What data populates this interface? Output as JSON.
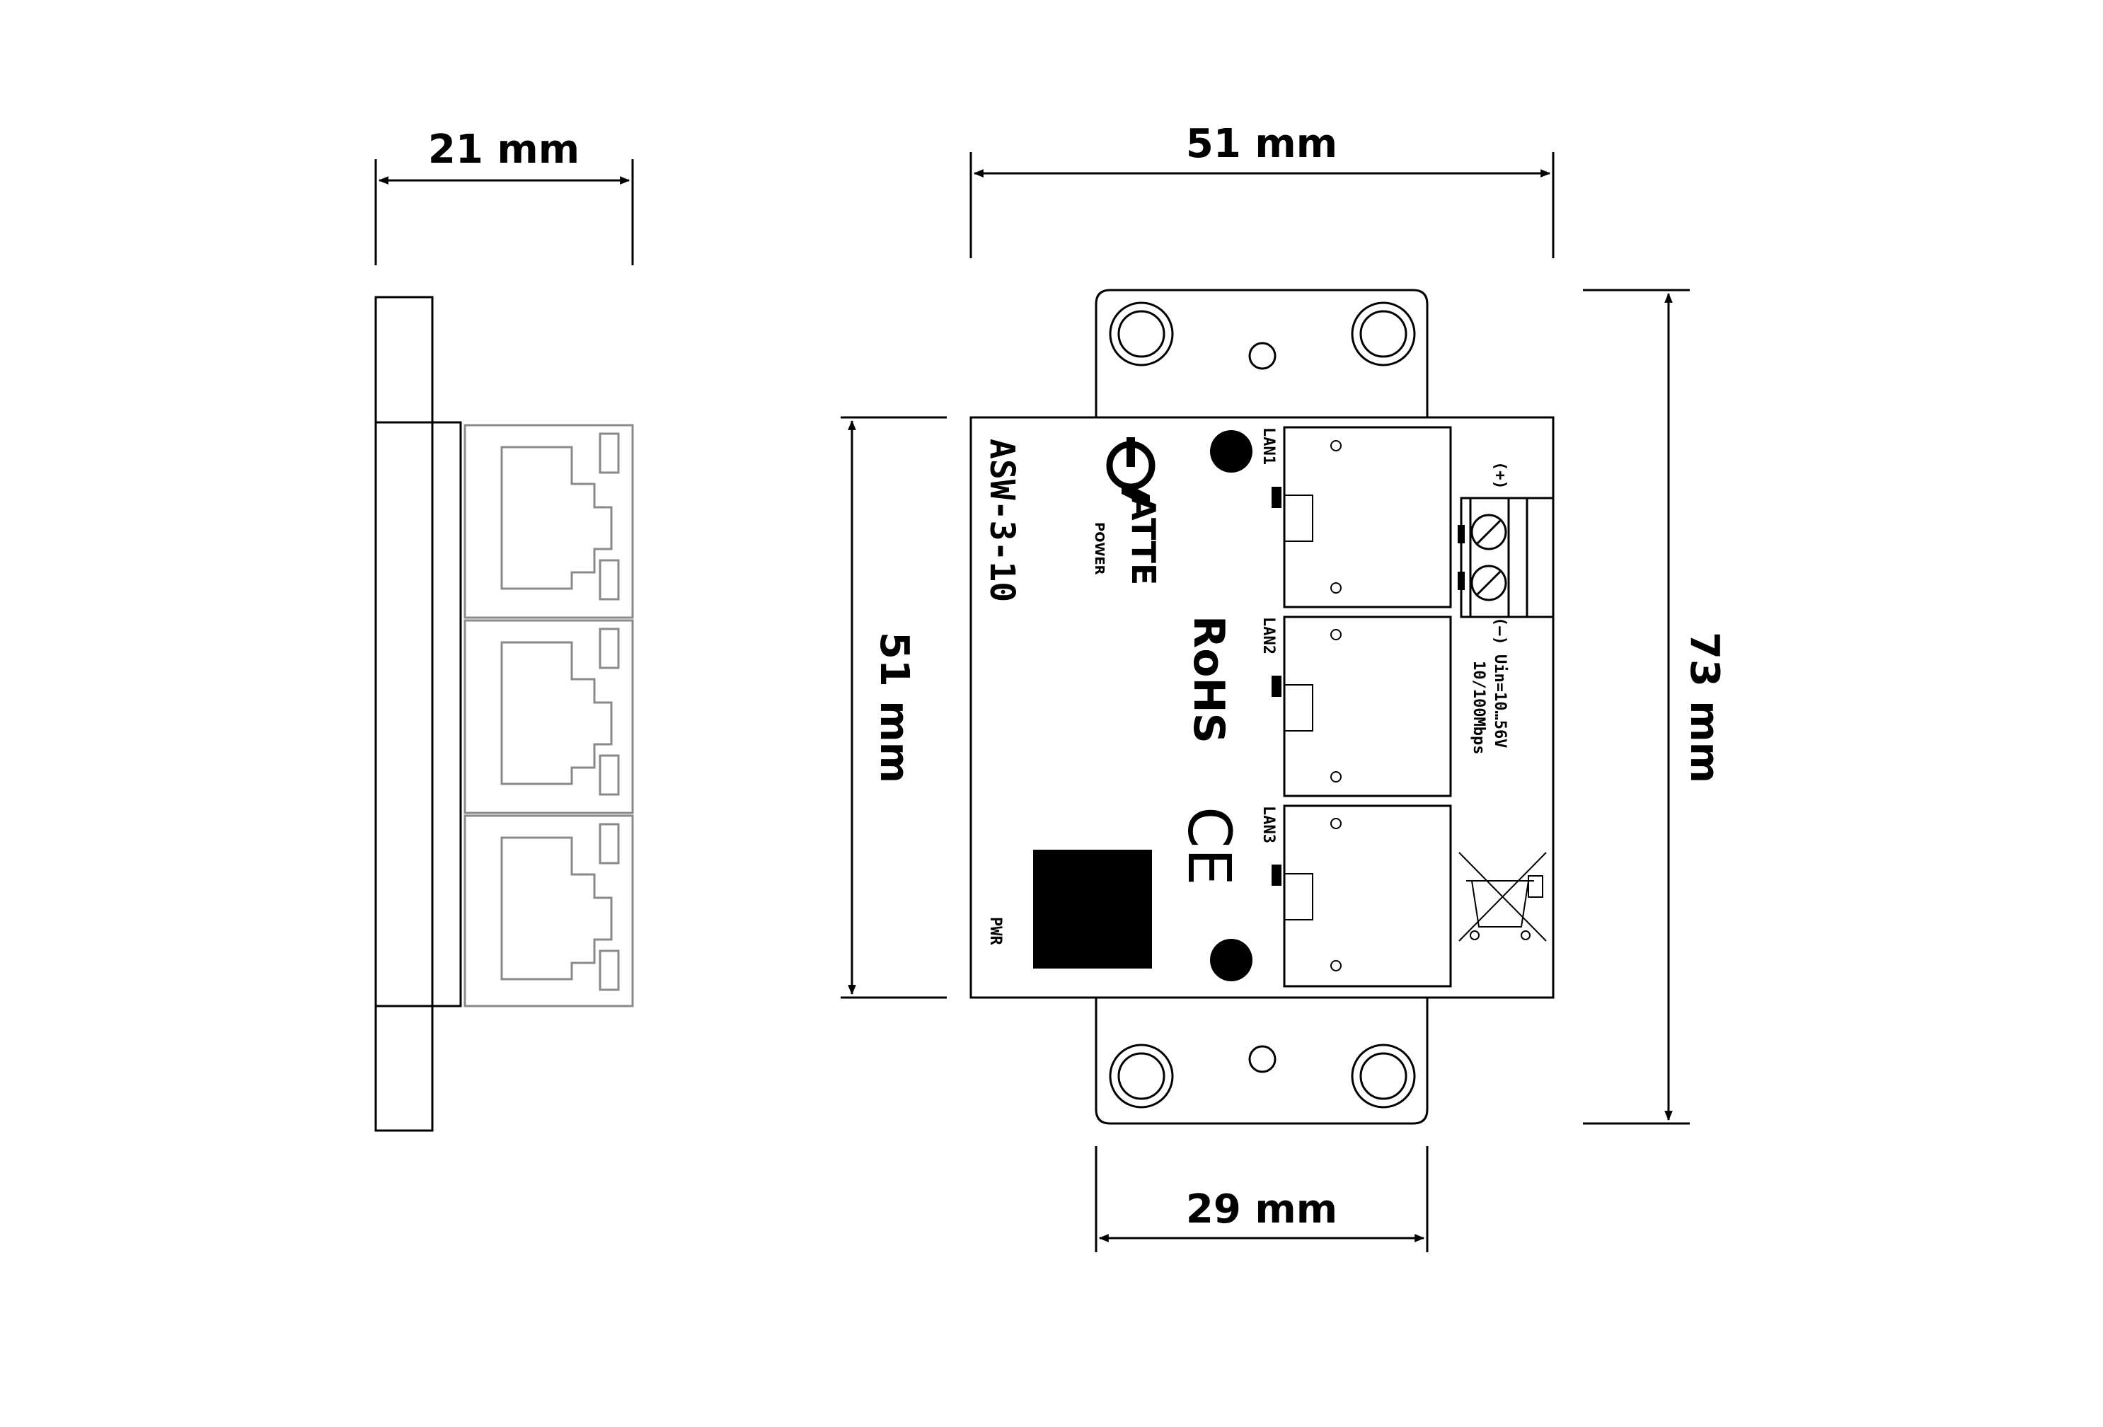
{
  "dimensions": {
    "side_depth": "21 mm",
    "top_width": "51 mm",
    "board_height": "51 mm",
    "total_height": "73 mm",
    "mount_width": "29 mm"
  },
  "board": {
    "model": "ASW-3-10",
    "brand_main": "ATTE",
    "brand_sub": "POWER",
    "rohs": "RoHS",
    "ce": "CE",
    "pwr": "PWR",
    "terminal_plus": "(+)",
    "terminal_minus": "(–) Uin=10…56V",
    "speed": "10/100Mbps",
    "ports": [
      "LAN1",
      "LAN2",
      "LAN3"
    ]
  },
  "icons": [
    "weee-crossed-bin-icon",
    "ce-mark-icon",
    "atte-logo-icon",
    "screw-terminal-icon",
    "rj45-port-icon"
  ]
}
